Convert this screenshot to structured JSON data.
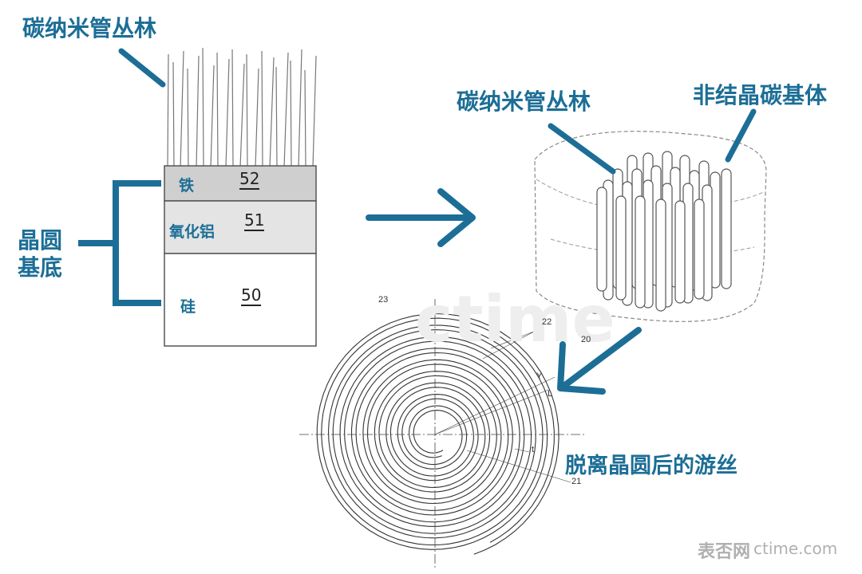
{
  "labels": {
    "forest_left": "碳纳米管丛林",
    "wafer_substrate": "晶圆\n基底",
    "forest_right": "碳纳米管丛林",
    "amorphous_carbon": "非结晶碳基体",
    "hairspring": "脱离晶圆后的游丝"
  },
  "layers": {
    "iron": {
      "label": "铁",
      "ref": "52"
    },
    "alumina": {
      "label": "氧化铝",
      "ref": "51"
    },
    "silicon": {
      "label": "硅",
      "ref": "50"
    }
  },
  "spiral_refs": {
    "r23": "23",
    "r22": "22",
    "r20": "20",
    "rY": "Y",
    "rL": "L",
    "rt": "t",
    "r21": "21"
  },
  "watermark": {
    "logo": "表否网",
    "url": "ctime.com"
  },
  "colors": {
    "accent": "#1c6e96"
  }
}
